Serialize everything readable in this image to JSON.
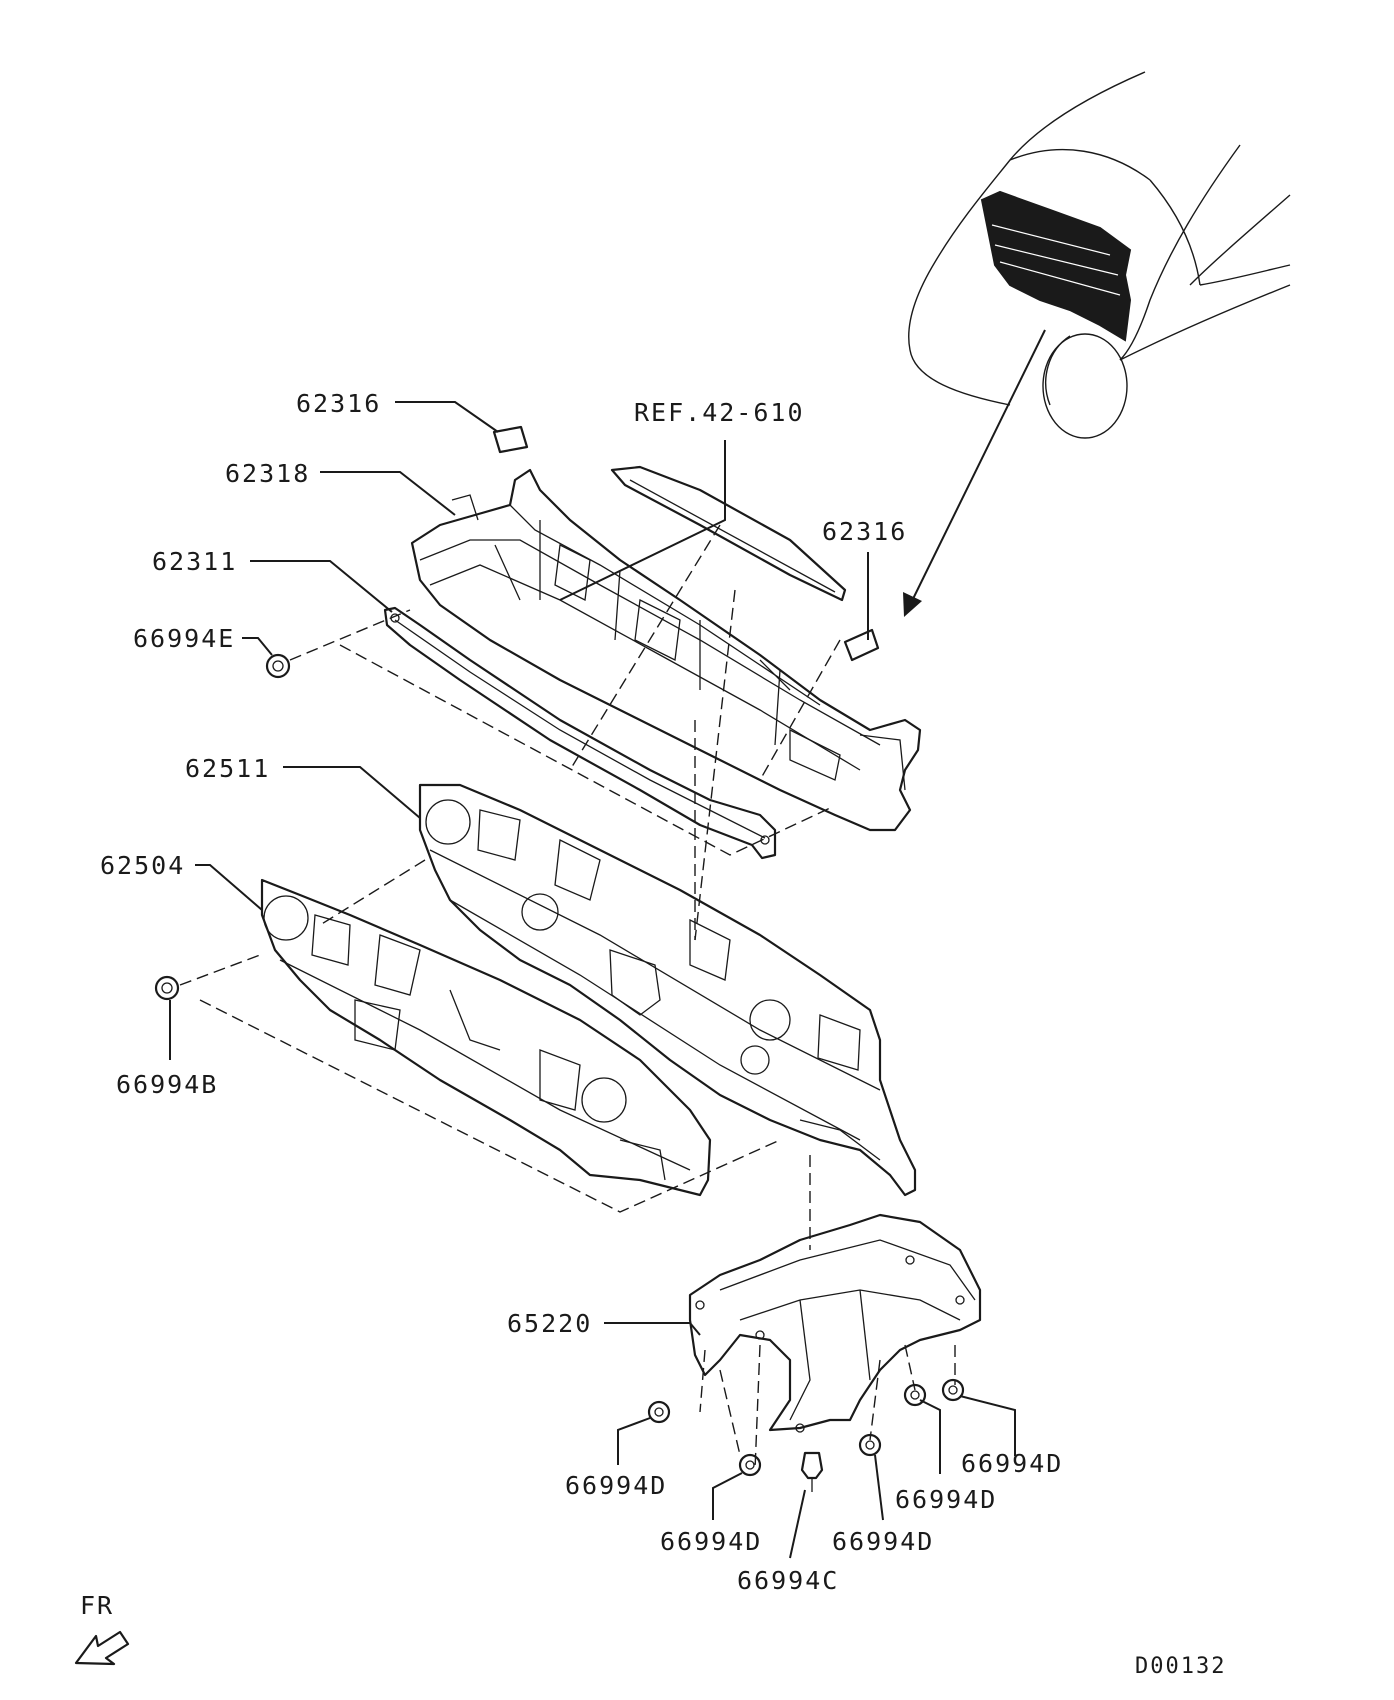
{
  "diagram": {
    "drawing_code": "D00132",
    "orientation_label": "FR",
    "callouts": [
      {
        "id": "c-62316-a",
        "text": "62316"
      },
      {
        "id": "c-62318",
        "text": "62318"
      },
      {
        "id": "c-ref",
        "text": "REF.42-610"
      },
      {
        "id": "c-62316-b",
        "text": "62316"
      },
      {
        "id": "c-62311",
        "text": "62311"
      },
      {
        "id": "c-66994E",
        "text": "66994E"
      },
      {
        "id": "c-62511",
        "text": "62511"
      },
      {
        "id": "c-62504",
        "text": "62504"
      },
      {
        "id": "c-66994B",
        "text": "66994B"
      },
      {
        "id": "c-65220",
        "text": "65220"
      },
      {
        "id": "c-66994D-1",
        "text": "66994D"
      },
      {
        "id": "c-66994D-2",
        "text": "66994D"
      },
      {
        "id": "c-66994C",
        "text": "66994C"
      },
      {
        "id": "c-66994D-3",
        "text": "66994D"
      },
      {
        "id": "c-66994D-4",
        "text": "66994D"
      },
      {
        "id": "c-66994D-5",
        "text": "66994D"
      }
    ]
  }
}
